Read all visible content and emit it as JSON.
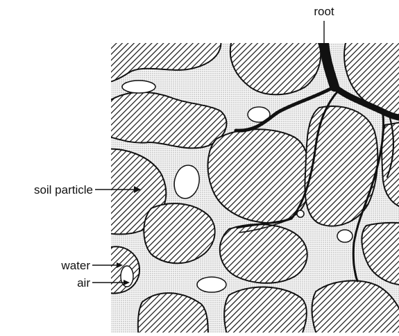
{
  "labels": {
    "root": "root",
    "soil_particle": "soil particle",
    "water": "water",
    "air": "air"
  },
  "colors": {
    "ink": "#111111",
    "background": "#ffffff",
    "water_fill": "#f2f2f2"
  }
}
